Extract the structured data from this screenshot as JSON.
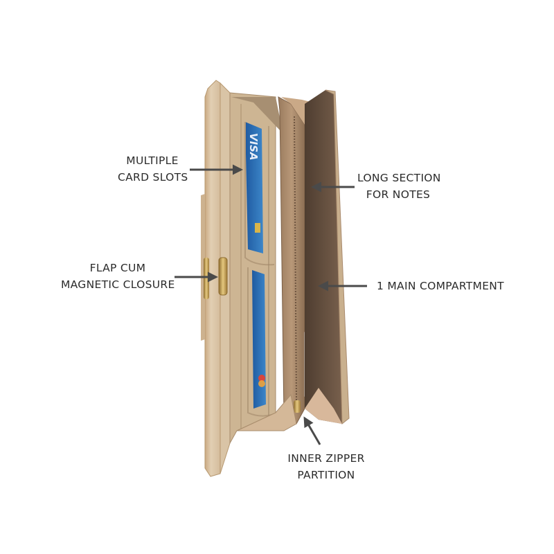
{
  "annotations": {
    "card_slots": [
      "MULTIPLE",
      "CARD SLOTS"
    ],
    "flap_closure": [
      "FLAP CUM",
      "MAGNETIC CLOSURE"
    ],
    "notes_section": [
      "LONG SECTION",
      "FOR NOTES"
    ],
    "main_compartment": [
      "1 MAIN COMPARTMENT"
    ],
    "zipper_partition": [
      "INNER ZIPPER",
      "PARTITION"
    ]
  },
  "card_brand": "VISA",
  "colors": {
    "wallet_outer": "#d8c3a5",
    "wallet_inner": "#b39a7c",
    "zipper_panel": "#a98a6d",
    "card_blue": "#2f6fb5",
    "closure_gold": "#c9a45a",
    "arrow": "#4a4a4a"
  }
}
